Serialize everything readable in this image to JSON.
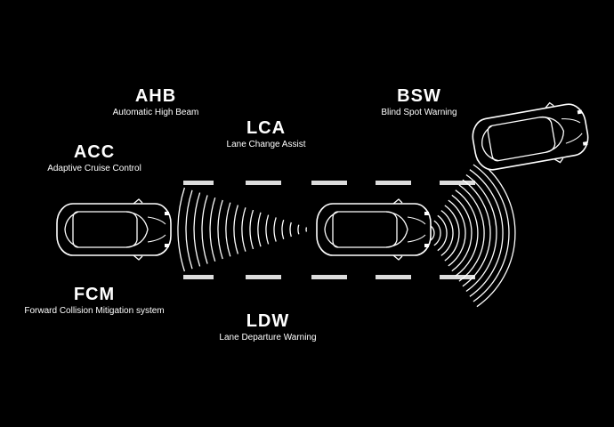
{
  "colors": {
    "background": "#000000",
    "foreground": "#ffffff",
    "lane": "#dcdcdc"
  },
  "features": {
    "ahb": {
      "abbr": "AHB",
      "desc": "Automatic High Beam"
    },
    "lca": {
      "abbr": "LCA",
      "desc": "Lane Change Assist"
    },
    "bsw": {
      "abbr": "BSW",
      "desc": "Blind Spot Warning"
    },
    "acc": {
      "abbr": "ACC",
      "desc": "Adaptive Cruise Control"
    },
    "fcm": {
      "abbr": "FCM",
      "desc": "Forward Collision Mitigation system"
    },
    "ldw": {
      "abbr": "LDW",
      "desc": "Lane Departure Warning"
    }
  },
  "icons": [
    "car-front-icon",
    "car-ego-icon",
    "car-adjacent-icon",
    "radar-wave-icon"
  ]
}
